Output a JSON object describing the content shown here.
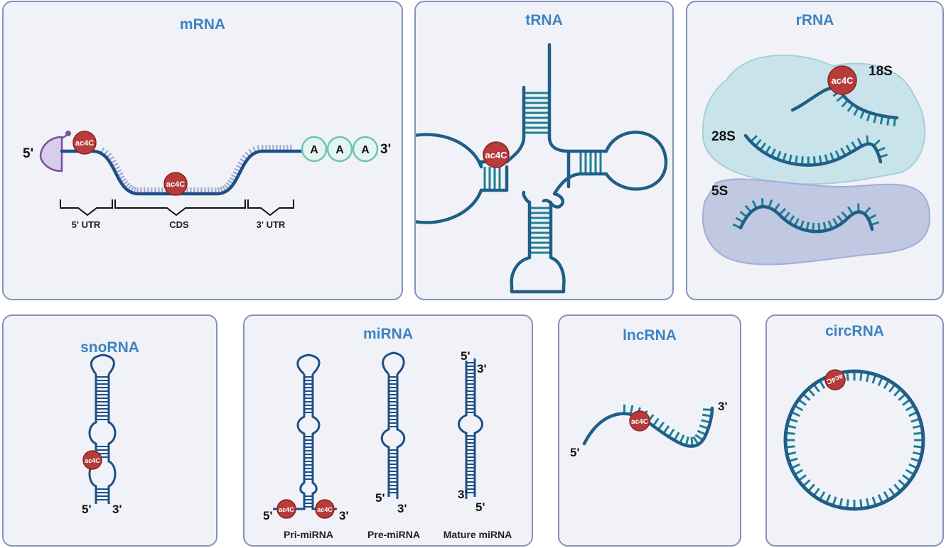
{
  "mrna": {
    "title": "mRNA",
    "five_prime": "5'",
    "three_prime": "3'",
    "polyA": [
      "A",
      "A",
      "A"
    ],
    "regions": [
      "5' UTR",
      "CDS",
      "3' UTR"
    ],
    "mod": "ac4C"
  },
  "trna": {
    "title": "tRNA",
    "mod": "ac4C"
  },
  "rrna": {
    "title": "rRNA",
    "subunits": [
      "18S",
      "28S",
      "5S"
    ],
    "mod": "ac4C"
  },
  "snorna": {
    "title": "snoRNA",
    "five_prime": "5'",
    "three_prime": "3'",
    "mod": "ac4C"
  },
  "mirna": {
    "title": "miRNA",
    "stages": [
      "Pri-miRNA",
      "Pre-miRNA",
      "Mature miRNA"
    ],
    "five_prime": "5'",
    "three_prime": "3'",
    "mod": "ac4C"
  },
  "lncrna": {
    "title": "lncRNA",
    "five_prime": "5'",
    "three_prime": "3'",
    "mod": "ac4C"
  },
  "circrna": {
    "title": "circRNA",
    "mod": "ac4C"
  },
  "colors": {
    "strand": "#1d4f86",
    "teal": "#1f7f95",
    "accent": "#b63b3b",
    "title": "#3d83c3",
    "border": "#8593ba"
  }
}
